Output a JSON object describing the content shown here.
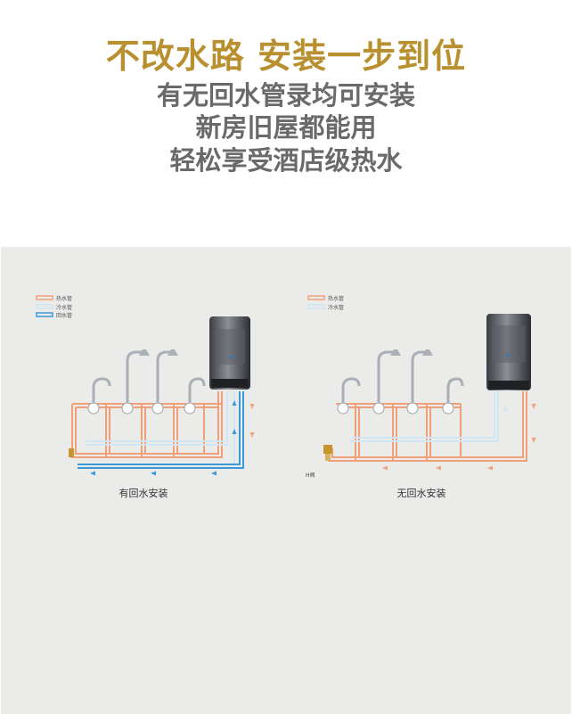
{
  "header": {
    "headline": "不改水路 安装一步到位",
    "line2": "有无回水管录均可安装",
    "line3": "新房旧屋都能用",
    "line4": "轻松享受酒店级热水"
  },
  "colors": {
    "gold": "#b8902f",
    "gray_text": "#6a6a6a",
    "hot_pipe": "#f0a17a",
    "cold_pipe": "#cfe6f5",
    "return_pipe": "#3a9ad9",
    "panel_bg": "#ebebea"
  },
  "diagram_left": {
    "legend": [
      "热水管",
      "冷水管",
      "回水管"
    ],
    "caption": "有回水安装"
  },
  "diagram_right": {
    "legend": [
      "热水管",
      "冷水管"
    ],
    "caption": "无回水安装",
    "valve_label": "H阀"
  }
}
